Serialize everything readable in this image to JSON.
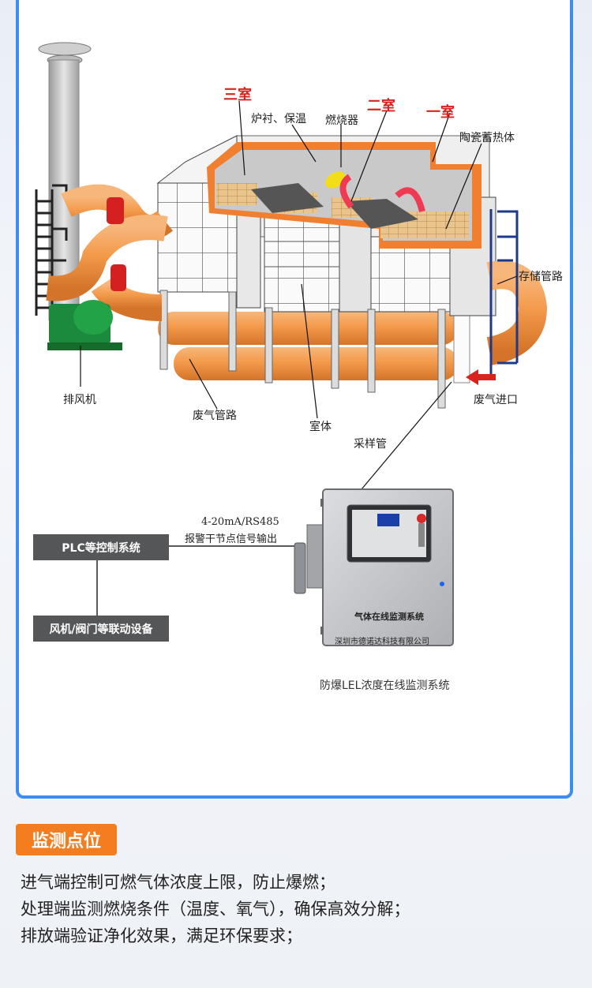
{
  "diagram": {
    "labels": {
      "chamber3": "三室",
      "chamber2": "二室",
      "chamber1": "一室",
      "lining": "炉衬、保温",
      "burner": "燃烧器",
      "ceramic": "陶瓷蓄热体",
      "storage_pipe": "存储管路",
      "fan": "排风机",
      "waste_pipe": "废气管路",
      "chamber_body": "室体",
      "inlet": "废气进口",
      "sampling_pipe": "采样管"
    },
    "signal_line1": "4-20mA/RS485",
    "signal_line2": "报警干节点信号输出",
    "plc_box": "PLC等控制系统",
    "device_box": "风机/阀门等联动设备",
    "cabinet_title": "气体在线监测系统",
    "cabinet_company": "深圳市德诺达科技有限公司",
    "system_caption": "防爆LEL浓度在线监测系统"
  },
  "section": {
    "tag": "监测点位",
    "points": [
      "进气端控制可燃气体浓度上限，防止爆燃；",
      "处理端监测燃烧条件（温度、氧气），确保高效分解；",
      "排放端验证净化效果，满足环保要求；"
    ]
  },
  "colors": {
    "accent_blue": "#3d8df0",
    "tag_orange": "#f47d20",
    "label_red": "#d8231f",
    "pipe_orange": "#f39a4b",
    "fan_green": "#1c8a3c"
  }
}
